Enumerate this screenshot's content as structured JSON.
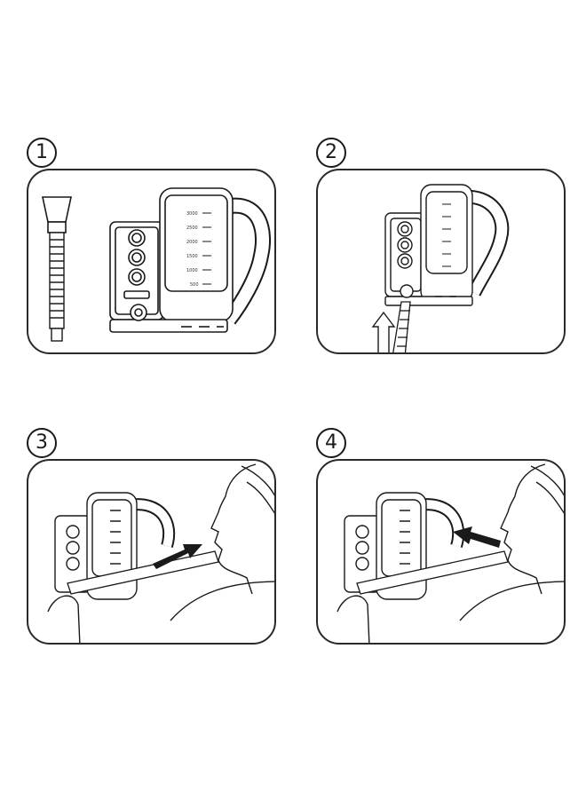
{
  "steps": [
    {
      "number": "1",
      "action": "assemble"
    },
    {
      "number": "2",
      "action": "attach-hose"
    },
    {
      "number": "3",
      "action": "inhale"
    },
    {
      "number": "4",
      "action": "exhale"
    }
  ],
  "scale": {
    "ticks": [
      "3000",
      "2500",
      "2000",
      "1500",
      "1000",
      "500"
    ]
  },
  "colors": {
    "line": "#1a1a1a",
    "fill": "#ffffff",
    "shade": "#8a8a8a"
  }
}
